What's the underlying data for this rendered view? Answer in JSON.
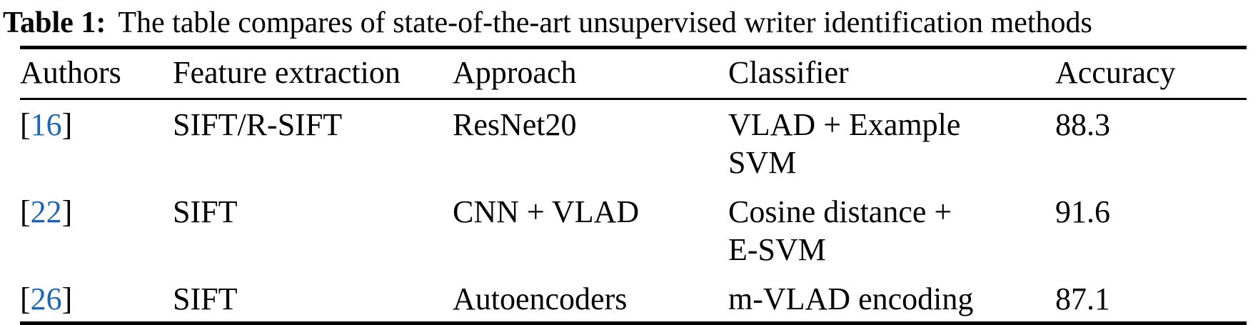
{
  "colors": {
    "citation_blue": "#1b67b3",
    "text": "#000000",
    "background": "#ffffff",
    "rule": "#000000"
  },
  "caption": {
    "label": "Table 1:",
    "text": "The table compares of state-of-the-art unsupervised writer identification methods"
  },
  "citation_brackets": {
    "open": "[",
    "close": "]"
  },
  "table": {
    "columns": [
      "Authors",
      "Feature extraction",
      "Approach",
      "Classifier",
      "Accuracy"
    ],
    "rows": [
      {
        "ref": "16",
        "feature_extraction": "SIFT/R-SIFT",
        "approach": "ResNet20",
        "classifier_lines": [
          "VLAD + Example",
          "SVM"
        ],
        "accuracy": "88.3"
      },
      {
        "ref": "22",
        "feature_extraction": "SIFT",
        "approach": "CNN + VLAD",
        "classifier_lines": [
          "Cosine distance +",
          "E-SVM"
        ],
        "accuracy": "91.6"
      },
      {
        "ref": "26",
        "feature_extraction": "SIFT",
        "approach": "Autoencoders",
        "classifier_lines": [
          "m-VLAD encoding"
        ],
        "accuracy": "87.1"
      }
    ]
  }
}
